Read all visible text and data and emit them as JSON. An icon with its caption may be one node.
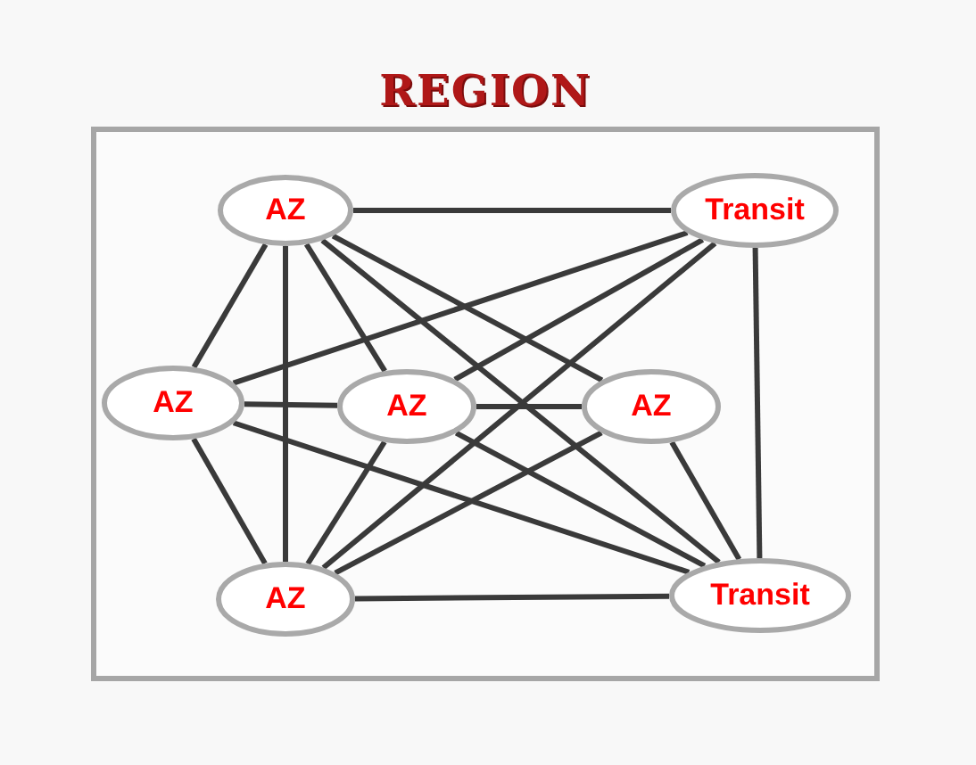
{
  "diagram": {
    "nodes": [
      {
        "text": [
          "REGION"
        ]
      },
      {
        "text": [
          "AZ"
        ],
        "in": 0
      },
      {
        "text": [
          "Transit"
        ],
        "in": 0
      },
      {
        "text": [
          "AZ"
        ],
        "in": 0
      },
      {
        "text": [
          "AZ"
        ],
        "in": 0
      },
      {
        "text": [
          "AZ"
        ],
        "in": 0
      },
      {
        "text": [
          "AZ"
        ],
        "in": 0
      },
      {
        "text": [
          "Transit"
        ],
        "in": 0
      }
    ],
    "edges": [
      {
        "from": 1,
        "to": 2,
        "arrow": "none"
      },
      {
        "from": 1,
        "to": 3,
        "arrow": "none"
      },
      {
        "from": 1,
        "to": 4,
        "arrow": "none"
      },
      {
        "from": 1,
        "to": 5,
        "arrow": "none"
      },
      {
        "from": 1,
        "to": 6,
        "arrow": "none"
      },
      {
        "from": 1,
        "to": 7,
        "arrow": "none"
      },
      {
        "from": 2,
        "to": 3,
        "arrow": "none"
      },
      {
        "from": 2,
        "to": 4,
        "arrow": "none"
      },
      {
        "from": 2,
        "to": 6,
        "arrow": "none"
      },
      {
        "from": 2,
        "to": 7,
        "arrow": "none"
      },
      {
        "from": 3,
        "to": 4,
        "arrow": "none"
      },
      {
        "from": 3,
        "to": 6,
        "arrow": "none"
      },
      {
        "from": 3,
        "to": 7,
        "arrow": "none"
      },
      {
        "from": 4,
        "to": 5,
        "arrow": "none"
      },
      {
        "from": 4,
        "to": 6,
        "arrow": "none"
      },
      {
        "from": 4,
        "to": 7,
        "arrow": "none"
      },
      {
        "from": 5,
        "to": 6,
        "arrow": "none"
      },
      {
        "from": 5,
        "to": 7,
        "arrow": "none"
      },
      {
        "from": 6,
        "to": 7,
        "arrow": "none"
      }
    ]
  }
}
